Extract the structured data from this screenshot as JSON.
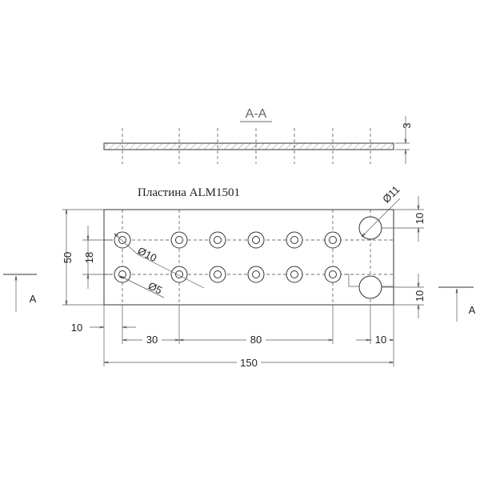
{
  "section_label": "A-A",
  "part_title": "Пластина ALM1501",
  "dimensions": {
    "thickness": "3",
    "height": "50",
    "row_spacing": "18",
    "hole_dia_small_outer": "Ø10",
    "hole_dia_small_inner": "Ø5",
    "hole_dia_large": "Ø11",
    "right_top_offset": "10",
    "right_bottom_offset": "10",
    "left_edge_offset": "10",
    "first_pitch": "30",
    "span": "80",
    "right_edge_offset": "10",
    "length": "150"
  },
  "section_marks": {
    "left": "A",
    "right": "A"
  }
}
